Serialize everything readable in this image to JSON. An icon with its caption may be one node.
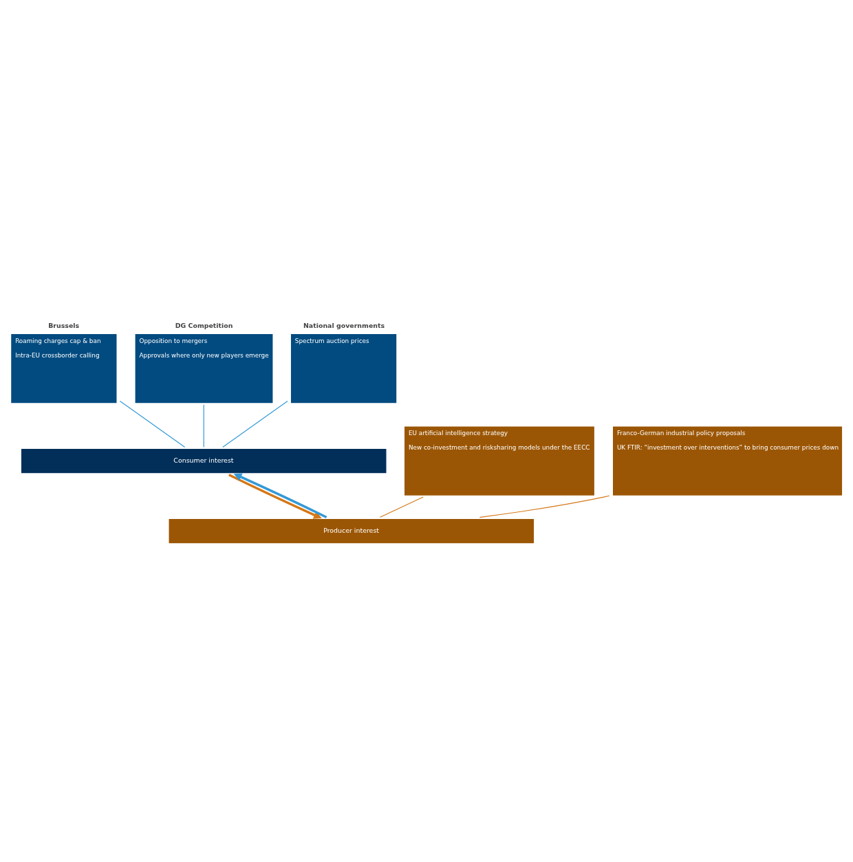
{
  "diagram": {
    "nodes": [
      {
        "text": [
          "Brussels",
          "Roaming charges cap & ban",
          "Intra-EU crossborder calling"
        ]
      },
      {
        "text": [
          "DG Competition",
          "Opposition to mergers",
          "Approvals where only new players emerge"
        ]
      },
      {
        "text": [
          "National governments",
          "Spectrum auction prices"
        ]
      },
      {
        "text": [
          "Consumer interest"
        ]
      },
      {
        "text": [
          "Producer interest"
        ]
      },
      {
        "text": [
          "EU artificial intelligence strategy",
          "New co-investment and risksharing models under the EECC"
        ]
      },
      {
        "text": [
          "Franco-German industrial policy proposals",
          "UK FTIR: “investment over interventions” to bring consumer prices down"
        ]
      }
    ],
    "edges": [
      {
        "from": 0,
        "to": 3,
        "arrow": "none",
        "color": "#3399d6"
      },
      {
        "from": 1,
        "to": 3,
        "arrow": "none",
        "color": "#3399d6"
      },
      {
        "from": 2,
        "to": 3,
        "arrow": "none",
        "color": "#3399d6"
      },
      {
        "from": 4,
        "to": 3,
        "arrow": "to",
        "style": "thick",
        "color": "#3399d6"
      },
      {
        "from": 3,
        "to": 4,
        "arrow": "to",
        "style": "thick",
        "color": "#d57716"
      },
      {
        "from": 5,
        "to": 4,
        "arrow": "none",
        "color": "#d57716"
      },
      {
        "from": 6,
        "to": 4,
        "arrow": "none",
        "color": "#d57716"
      }
    ]
  }
}
